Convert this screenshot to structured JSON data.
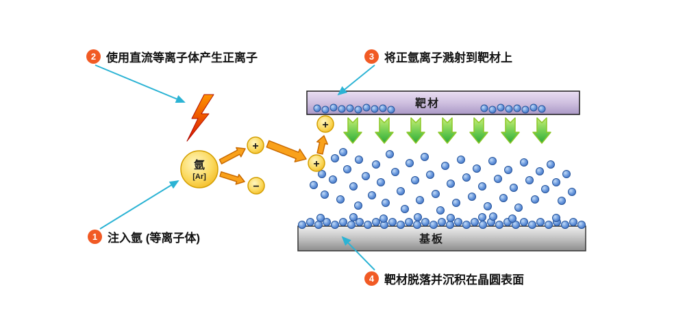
{
  "steps": [
    {
      "num": "1",
      "text": "注入氩 (等离子体)"
    },
    {
      "num": "2",
      "text": "使用直流等离子体产生正离子"
    },
    {
      "num": "3",
      "text": "将正氩离子溅射到靶材上"
    },
    {
      "num": "4",
      "text": "靶材脱落并沉积在晶圆表面"
    }
  ],
  "argon": {
    "symbol": "氩",
    "formula": "[Ar]"
  },
  "ions": {
    "plus": "+",
    "minus": "−"
  },
  "target": {
    "label": "靶材"
  },
  "substrate": {
    "label": "基板"
  },
  "colors": {
    "accent_orange": "#f15a24",
    "cyan_arrow": "#2bb3d4",
    "atom_stroke": "#24539b",
    "block_arrow_fill": "#f9a11b",
    "block_arrow_stroke": "#c96a00",
    "green_arrow_stroke": "#8bc727",
    "ion_stroke": "#d39e00",
    "bolt_red": "#d91100"
  }
}
